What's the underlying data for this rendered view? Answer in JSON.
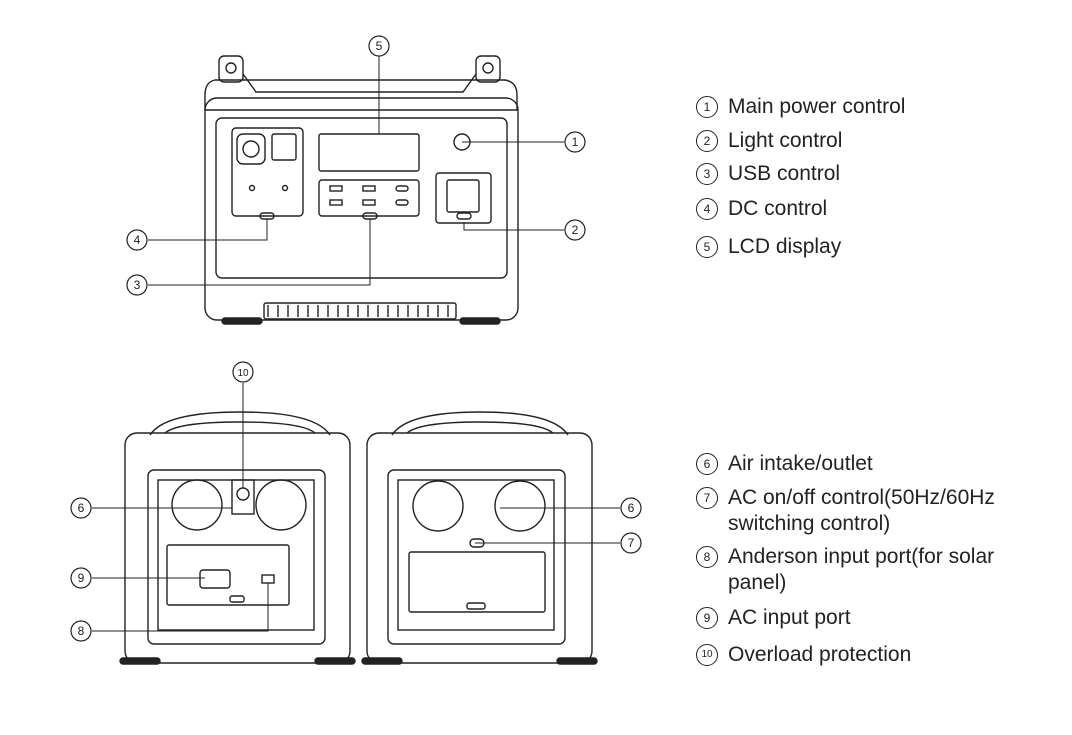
{
  "callouts_top": [
    "1",
    "2",
    "3",
    "4",
    "5"
  ],
  "callouts_bottom": [
    "6",
    "7",
    "8",
    "9",
    "10"
  ],
  "legend_top": [
    {
      "num": "1",
      "text": "Main power control"
    },
    {
      "num": "2",
      "text": "Light control"
    },
    {
      "num": "3",
      "text": "USB control"
    },
    {
      "num": "4",
      "text": "DC control"
    },
    {
      "num": "5",
      "text": "LCD display"
    }
  ],
  "legend_bottom": [
    {
      "num": "6",
      "text": "Air intake/outlet"
    },
    {
      "num": "7",
      "text": "AC on/off control(50Hz/60Hz switching control)"
    },
    {
      "num": "8",
      "text": "Anderson input port(for solar panel)"
    },
    {
      "num": "9",
      "text": "AC input port"
    },
    {
      "num": "10",
      "text": "Overload protection"
    }
  ],
  "colors": {
    "line": "#222222",
    "callout_line": "#c0392b"
  }
}
